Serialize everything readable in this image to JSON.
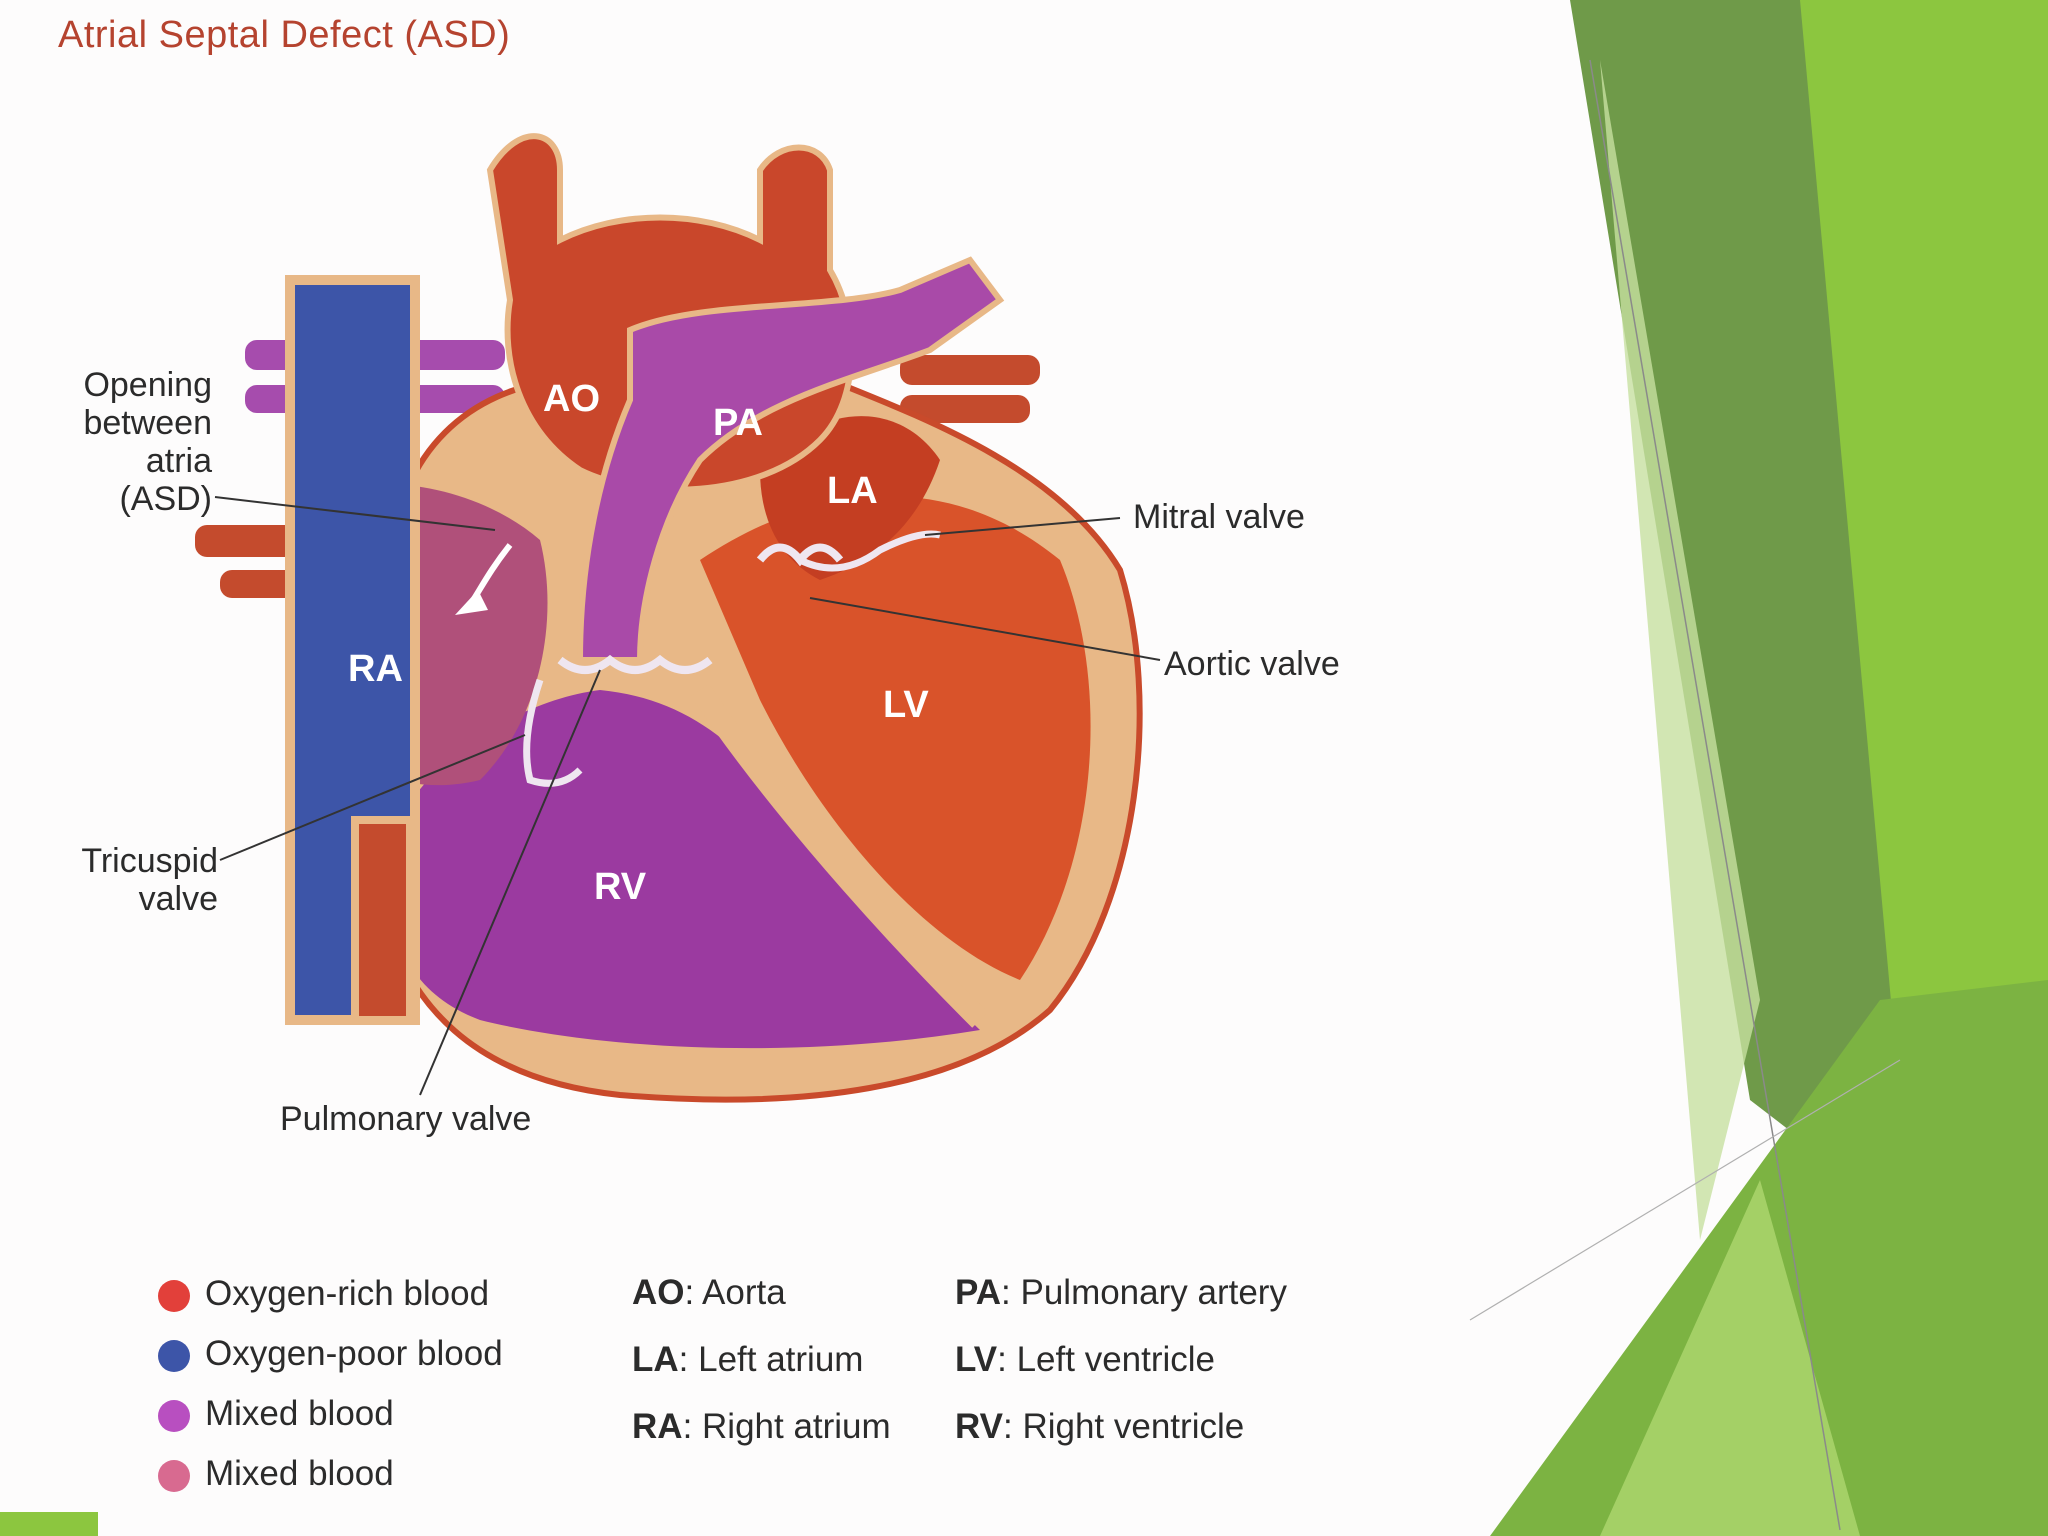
{
  "slide": {
    "title": "Atrial Septal Defect (ASD)"
  },
  "diagram": {
    "chambers": {
      "ao": "AO",
      "pa": "PA",
      "la": "LA",
      "ra": "RA",
      "lv": "LV",
      "rv": "RV"
    },
    "labels": {
      "asd_opening": [
        "Opening",
        "between",
        "atria",
        "(ASD)"
      ],
      "mitral_valve": "Mitral valve",
      "aortic_valve": "Aortic valve",
      "tricuspid_valve": [
        "Tricuspid",
        "valve"
      ],
      "pulmonary_valve": "Pulmonary valve"
    }
  },
  "legend": {
    "blood_types": [
      {
        "label": "Oxygen-rich blood",
        "color": "#e2403a"
      },
      {
        "label": "Oxygen-poor blood",
        "color": "#3d55a8"
      },
      {
        "label": "Mixed blood",
        "color": "#b84fc0"
      },
      {
        "label": "Mixed blood",
        "color": "#d86a90"
      }
    ],
    "abbreviations": [
      {
        "abbr": "AO",
        "text": ": Aorta"
      },
      {
        "abbr": "LA",
        "text": ": Left atrium"
      },
      {
        "abbr": "RA",
        "text": ": Right atrium"
      },
      {
        "abbr": "PA",
        "text": ": Pulmonary artery"
      },
      {
        "abbr": "LV",
        "text": ": Left ventricle"
      },
      {
        "abbr": "RV",
        "text": ": Right ventricle"
      }
    ]
  },
  "theme": {
    "accent_dark_green": "#6f9a49",
    "accent_green": "#8cc63f",
    "accent_light_green": "#c7e0a0",
    "title_color": "#b5432f"
  }
}
